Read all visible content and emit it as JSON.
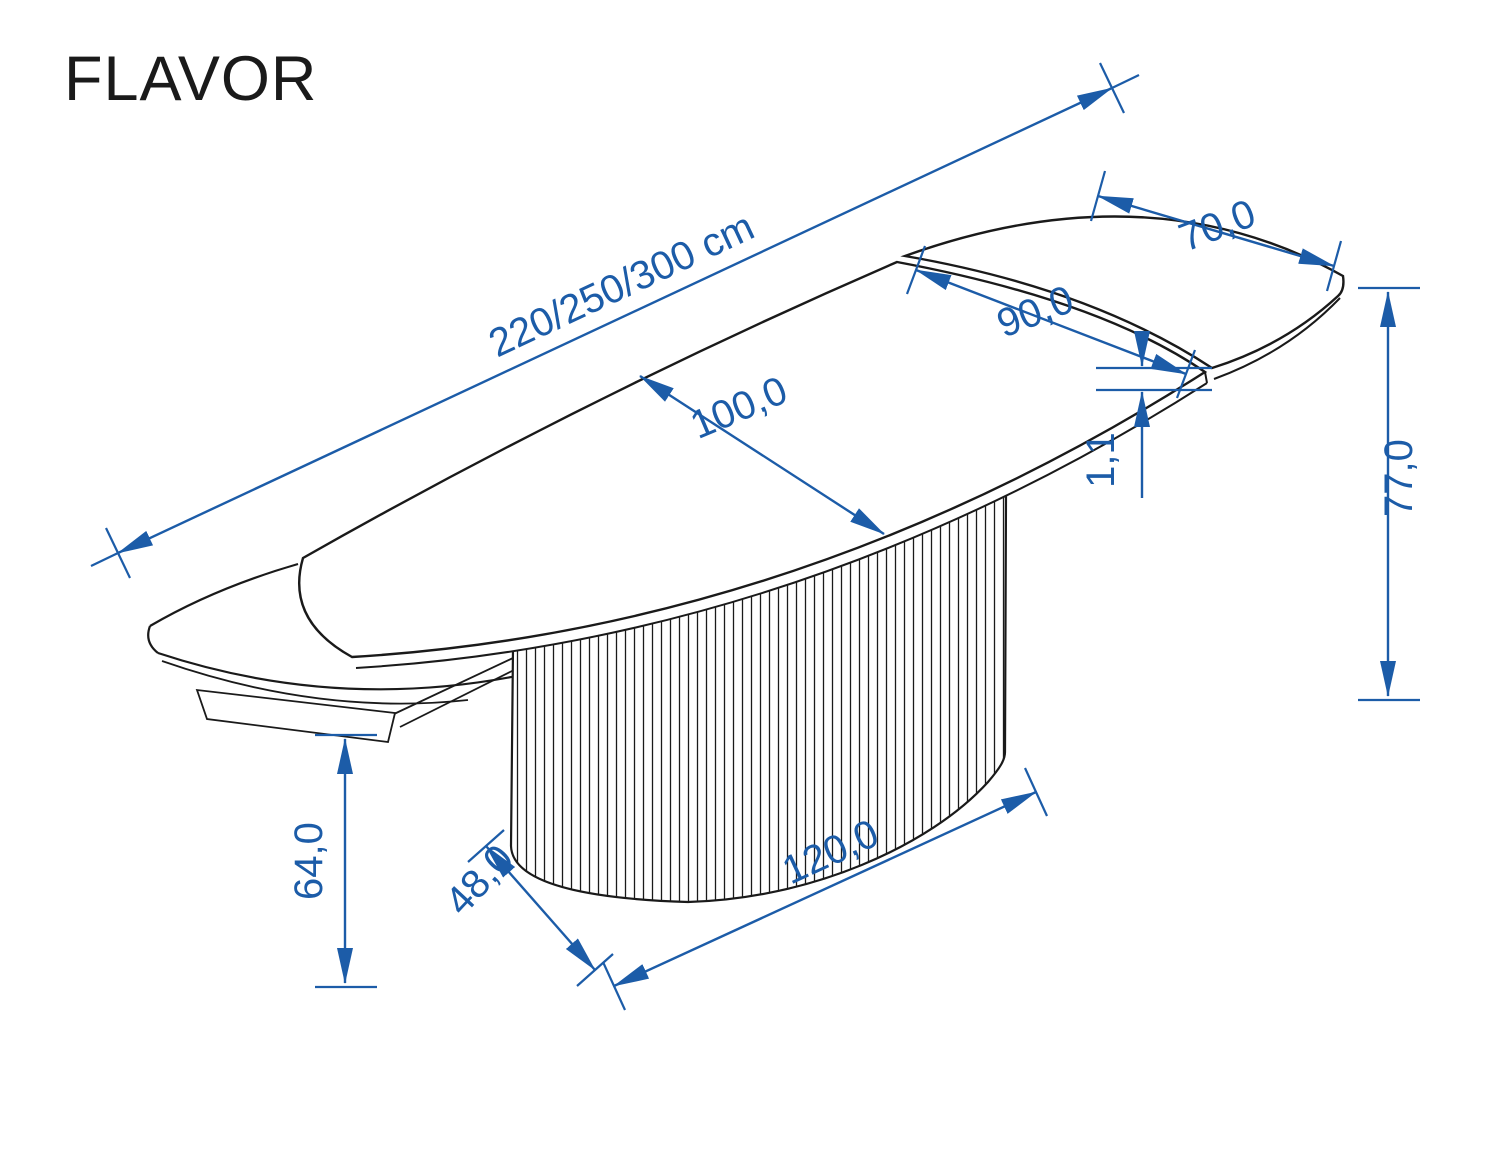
{
  "title": "FLAVOR",
  "colors": {
    "dimension_blue": "#1c5ca8",
    "line_black": "#1a1a1a",
    "background": "#ffffff"
  },
  "dimensions": {
    "overall_length": "220/250/300 cm",
    "leaf_extension": "70,0",
    "leaf_width": "90,0",
    "top_width": "100,0",
    "top_thickness": "1,1",
    "table_height": "77,0",
    "underframe_clearance": "64,0",
    "base_depth": "48,0",
    "base_length": "120,0"
  }
}
